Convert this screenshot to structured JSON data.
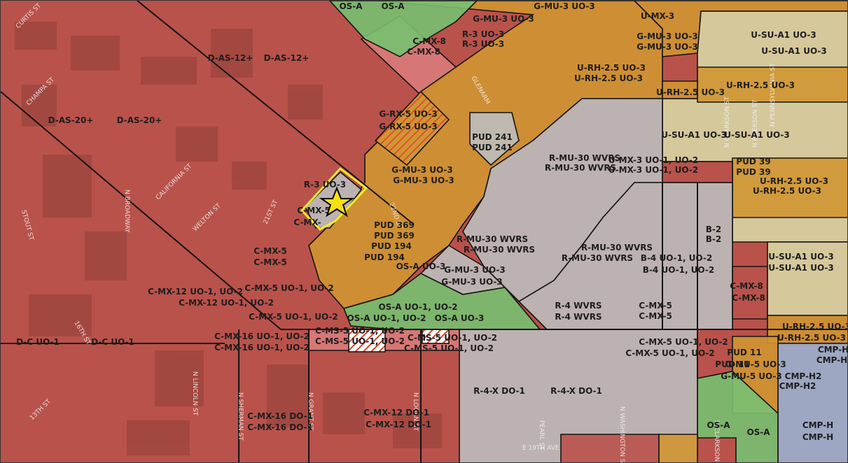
{
  "colors": {
    "downtown_red": "#b9524b",
    "mixed_use_pink": "#d97b7b",
    "urban_orange": "#d09532",
    "suburban_yellow": "#d8d5a4",
    "open_space_green": "#77c070",
    "institutional_gray": "#bcbcbc",
    "campus_blue": "#9ab0cf",
    "site_marker": "#ffe600",
    "site_outline": "#f5ea2a"
  },
  "site_marker": {
    "icon": "star-icon"
  },
  "zone_labels": [
    "OS-A",
    "OS-A",
    "G-MU-3 UO-3",
    "G-MU-3 UO-3",
    "U-RH-2.5 UO-3",
    "U-RH-2.5 UO-3",
    "U-MX-3",
    "C-MX-8",
    "C-MX-8",
    "R-3 UO-3",
    "R-3 UO-3",
    "G-MU-3 UO-3",
    "G-MU-3 UO-3",
    "U-SU-A1 UO-3",
    "U-SU-A1 UO-3",
    "D-AS-12+",
    "D-AS-12+",
    "U-RH-2.5 UO-3",
    "U-RH-2.5 UO-3",
    "D-AS-20+",
    "D-AS-20+",
    "G-RX-5 UO-3",
    "G-RX-5 UO-3",
    "PUD 241",
    "PUD 241",
    "U-SU-A1 UO-3",
    "U-SU-A1 UO-3",
    "R-MU-30 WVRS",
    "R-MU-30 WVRS",
    "G-MU-3 UO-3",
    "G-MU-3 UO-3",
    "R-3 UO-3",
    "U-MX-3 UO-1, UO-2",
    "U-MX-3 UO-1, UO-2",
    "PUD 39",
    "PUD 39",
    "U-RH-2.5 UO-3",
    "U-RH-2.5 UO-3",
    "C-MX-5",
    "C-MX-",
    "PUD 369",
    "PUD 369",
    "R-MU-30 WVRS",
    "R-MU-30 WVRS",
    "B-2",
    "B-2",
    "PUD 194",
    "PUD 194",
    "R-MU-30 WVRS",
    "R-MU-30 WVRS",
    "C-MX-5",
    "C-MX-5",
    "B-4 UO-1, UO-2",
    "B-4 UO-1, UO-2",
    "U-SU-A1 UO-3",
    "U-SU-A1 UO-3",
    "OS-A UO-3",
    "G-MU-3 UO-3",
    "G-MU-3 UO-3",
    "C-MX-12 UO-1, UO-2",
    "C-MX-12 UO-1, UO-2",
    "C-MX-5 UO-1, UO-2",
    "C-MX-8",
    "C-MX-8",
    "OS-A UO-1, UO-2",
    "OS-A UO-1, UO-2",
    "R-4 WVRS",
    "R-4 WVRS",
    "C-MX-5",
    "C-MX-5",
    "C-MX-5 UO-1, UO-2",
    "OS-A UO-3",
    "U-RH-2.5 UO-3",
    "U-RH-2.5 UO-3",
    "D-C UO-1",
    "D-C UO-1",
    "C-MS-5 UO-1, UO-2",
    "C-MS-5 UO-1, UO-2",
    "C-MS-5 UO-1, UO-2",
    "C-MS-5 UO-1, UO-2",
    "C-MX-16 UO-1, UO-2",
    "C-MX-16 UO-1, UO-2",
    "C-MX-5 UO-1, UO-2",
    "C-MX-5 UO-1, UO-2",
    "PUD 11",
    "PUD 11",
    "CMP-H",
    "CMP-H",
    "G-MU-5 UO-3",
    "G-MU-5 UO-3",
    "CMP-H2",
    "CMP-H2",
    "R-4-X DO-1",
    "R-4-X DO-1",
    "C-MX-16 DO-1",
    "C-MX-16 DO-1",
    "C-MX-12 DO-1",
    "C-MX-12 DO-1",
    "OS-A",
    "OS-A",
    "CMP-H",
    "CMP-H"
  ],
  "street_labels": [
    "CURTIS ST",
    "CHAMPA ST",
    "STOUT ST",
    "N BROADWAY",
    "CALIFORNIA ST",
    "WELTON ST",
    "21ST ST",
    "22ND ST",
    "GLENARM",
    "16TH ST",
    "N LINCOLN ST",
    "N SHERMAN ST",
    "N GRANT ST",
    "N LOGAN ST",
    "N CLARKSON ST",
    "N PENNSYLVANIA ST",
    "E 19TH AVE",
    "PEARL ST",
    "N WASHINGTON ST",
    "N CLARKSON ST",
    "N EMERSON ST",
    "13TH ST"
  ]
}
